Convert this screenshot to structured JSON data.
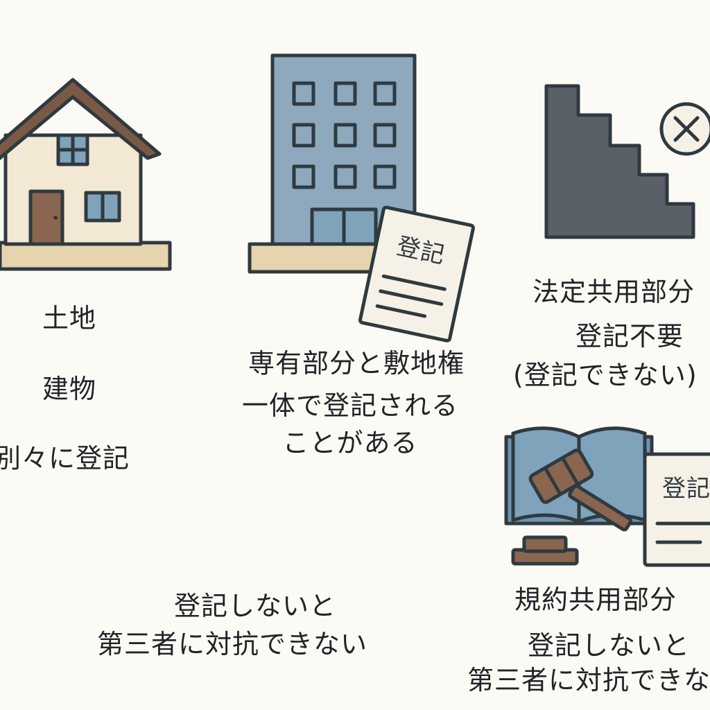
{
  "colors": {
    "background": "#fcfaf4",
    "outline": "#2f3a40",
    "house_wall": "#f3e8d4",
    "roof": "#7a5a44",
    "door": "#8a6650",
    "window": "#7fa3bb",
    "ground": "#e6d4ae",
    "building": "#8ea9bd",
    "stairs": "#5a6068",
    "paper": "#f6f1e6",
    "book": "#6d94b0",
    "gavel": "#8a6650"
  },
  "icons": {
    "house": "house-icon",
    "building": "apartment-building-icon",
    "registry_doc": "registry-document-icon",
    "stairs": "staircase-icon",
    "prohibited": "cross-circle-icon",
    "book": "open-book-icon",
    "gavel": "gavel-icon"
  },
  "left_column": {
    "land": "土地",
    "building": "建物",
    "separate": "別々に登記"
  },
  "center_column": {
    "doc_label": "登記",
    "title": "専有部分と敷地権",
    "line1": "一体で登記される",
    "line2": "ことがある"
  },
  "right_top": {
    "title": "法定共用部分",
    "line1": "登記不要",
    "line2": "(登記できない)"
  },
  "right_bottom": {
    "doc_label": "登記",
    "title": "規約共用部分",
    "line1": "登記しないと",
    "line2": "第三者に対抗できない"
  },
  "bottom_center": {
    "line1": "登記しないと",
    "line2": "第三者に対抗できない"
  }
}
